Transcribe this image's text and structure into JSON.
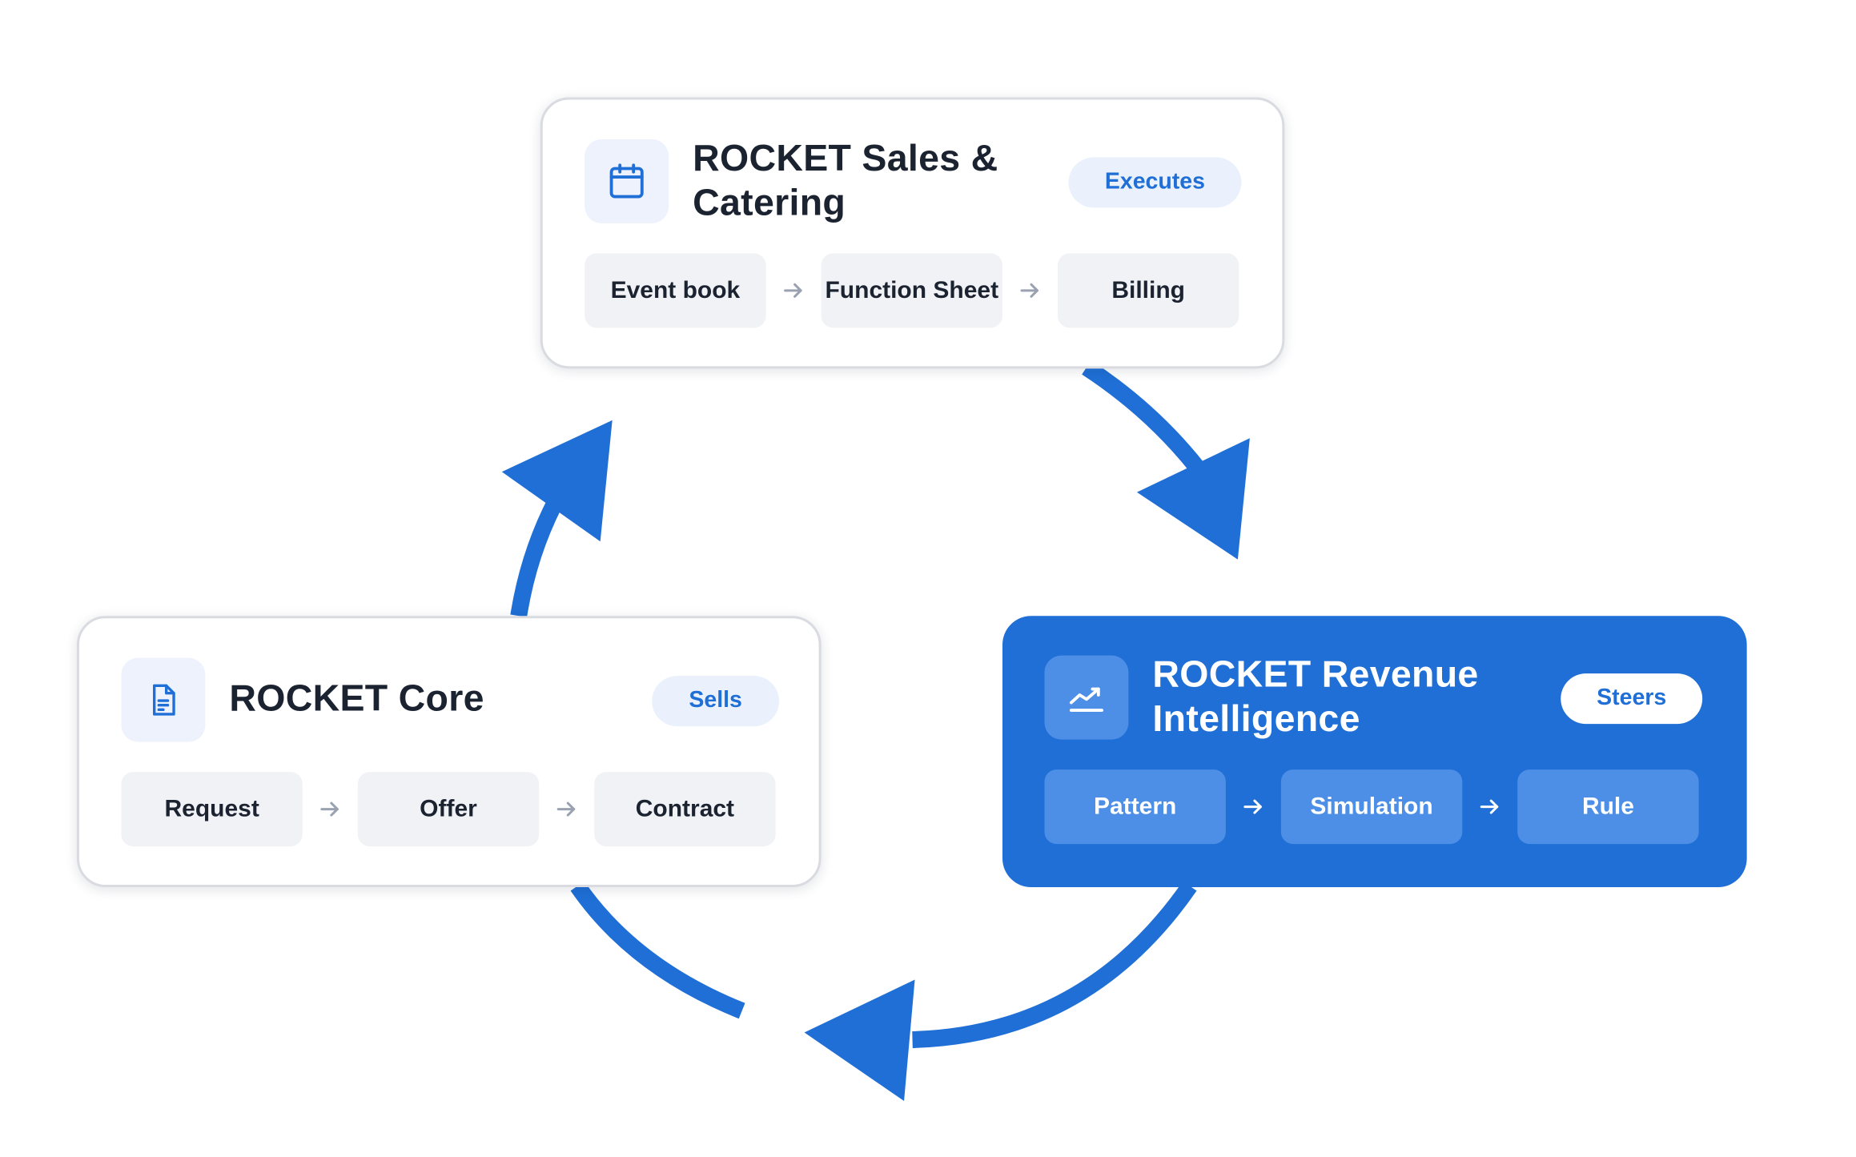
{
  "cards": {
    "sales": {
      "title_line1": "ROCKET Sales &",
      "title_line2": "Catering",
      "badge": "Executes",
      "icon": "calendar-icon",
      "steps": [
        "Event book",
        "Function Sheet",
        "Billing"
      ]
    },
    "core": {
      "title": "ROCKET Core",
      "badge": "Sells",
      "icon": "document-icon",
      "steps": [
        "Request",
        "Offer",
        "Contract"
      ]
    },
    "revenue": {
      "title_line1": "ROCKET Revenue",
      "title_line2": "Intelligence",
      "badge": "Steers",
      "icon": "trend-chart-icon",
      "steps": [
        "Pattern",
        "Simulation",
        "Rule"
      ]
    }
  },
  "colors": {
    "accent": "#1f6fd6",
    "accent_light": "#4d8fe6",
    "text_dark": "#1b2230",
    "chip_bg": "#f1f2f5",
    "badge_bg": "#eaf1fc",
    "step_arrow": "#9aa2b1"
  }
}
